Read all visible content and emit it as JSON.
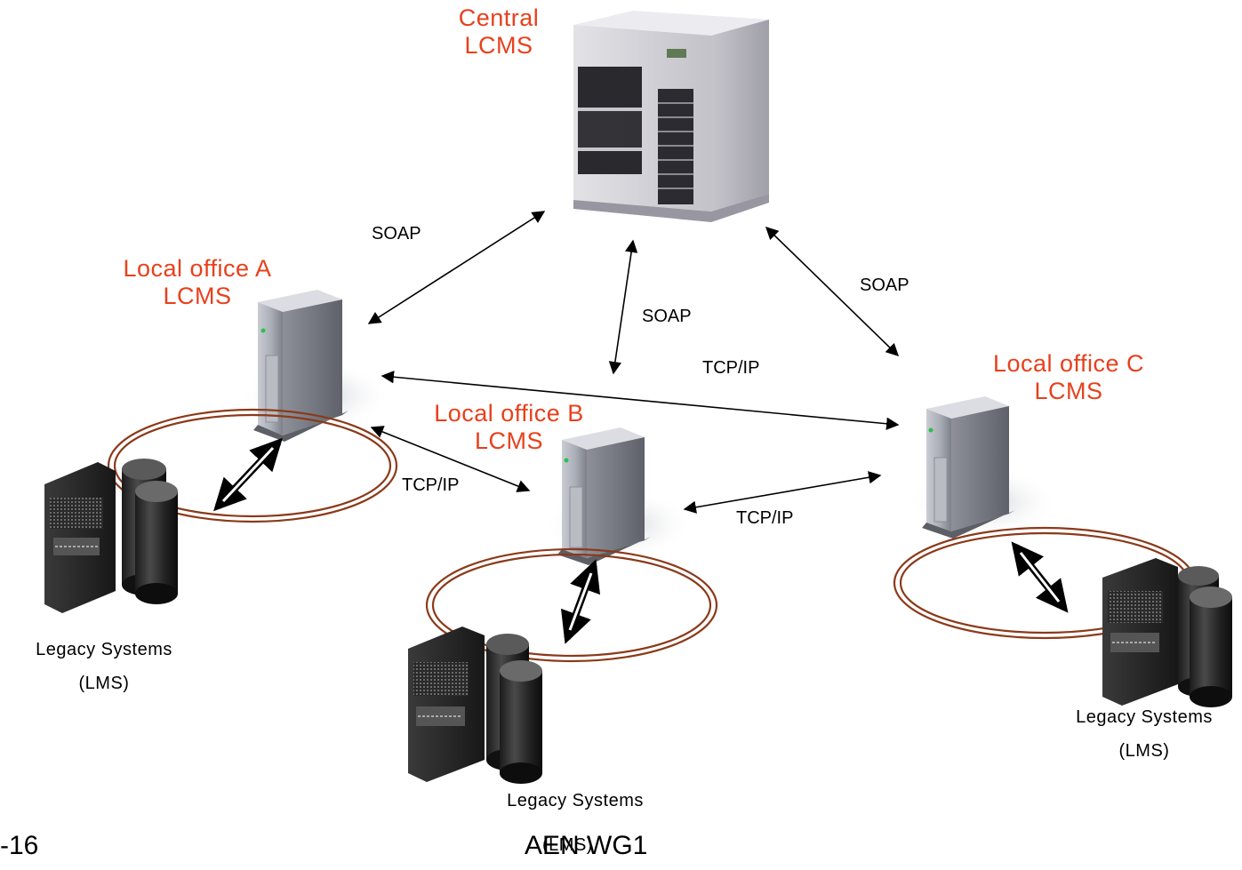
{
  "nodes": {
    "central": {
      "title_line1": "Central",
      "title_line2": "LCMS"
    },
    "office_a": {
      "title_line1": "Local office A",
      "title_line2": "LCMS"
    },
    "office_b": {
      "title_line1": "Local office  B",
      "title_line2": "LCMS"
    },
    "office_c": {
      "title_line1": "Local office  C",
      "title_line2": "LCMS"
    }
  },
  "legacy": {
    "a": {
      "line1": "Legacy Systems",
      "line2": "(LMS)"
    },
    "b": {
      "line1": "Legacy Systems",
      "line2": "(LMS)"
    },
    "c": {
      "line1": "Legacy Systems",
      "line2": "(LMS)"
    }
  },
  "links": {
    "central_a": "SOAP",
    "central_b": "SOAP",
    "central_c": "SOAP",
    "a_c": "TCP/IP",
    "a_b": "TCP/IP",
    "b_c": "TCP/IP"
  },
  "footer": {
    "page": "-16",
    "source": "AEN WG1"
  },
  "colors": {
    "title": "#e8401c",
    "ring": "#8b3a1a",
    "text": "#000000"
  }
}
